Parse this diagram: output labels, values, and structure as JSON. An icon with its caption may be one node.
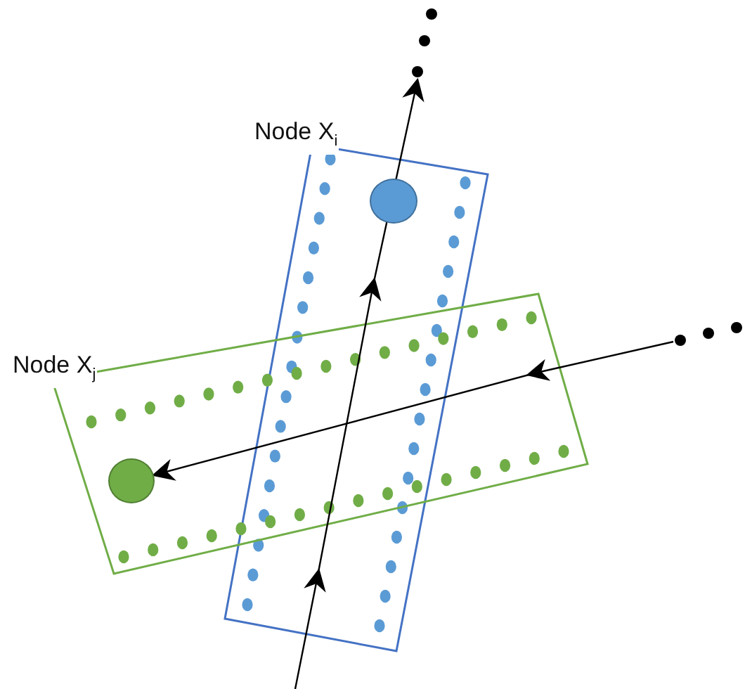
{
  "diagram": {
    "nodes": [
      {
        "text": [
          "Node X$_{i}$"
        ]
      },
      {
        "text": [],
        "shape": "circle",
        "in": 0
      },
      {
        "text": [
          "Node X$_{j}$"
        ]
      },
      {
        "text": [],
        "shape": "circle",
        "in": 2
      },
      {
        "text": [],
        "shape": "dots"
      },
      {
        "text": [],
        "shape": "dots"
      }
    ],
    "edges": [
      {
        "from": null,
        "to": 4,
        "arrow": "to"
      },
      {
        "from": 5,
        "to": 3,
        "arrow": "to"
      }
    ]
  }
}
